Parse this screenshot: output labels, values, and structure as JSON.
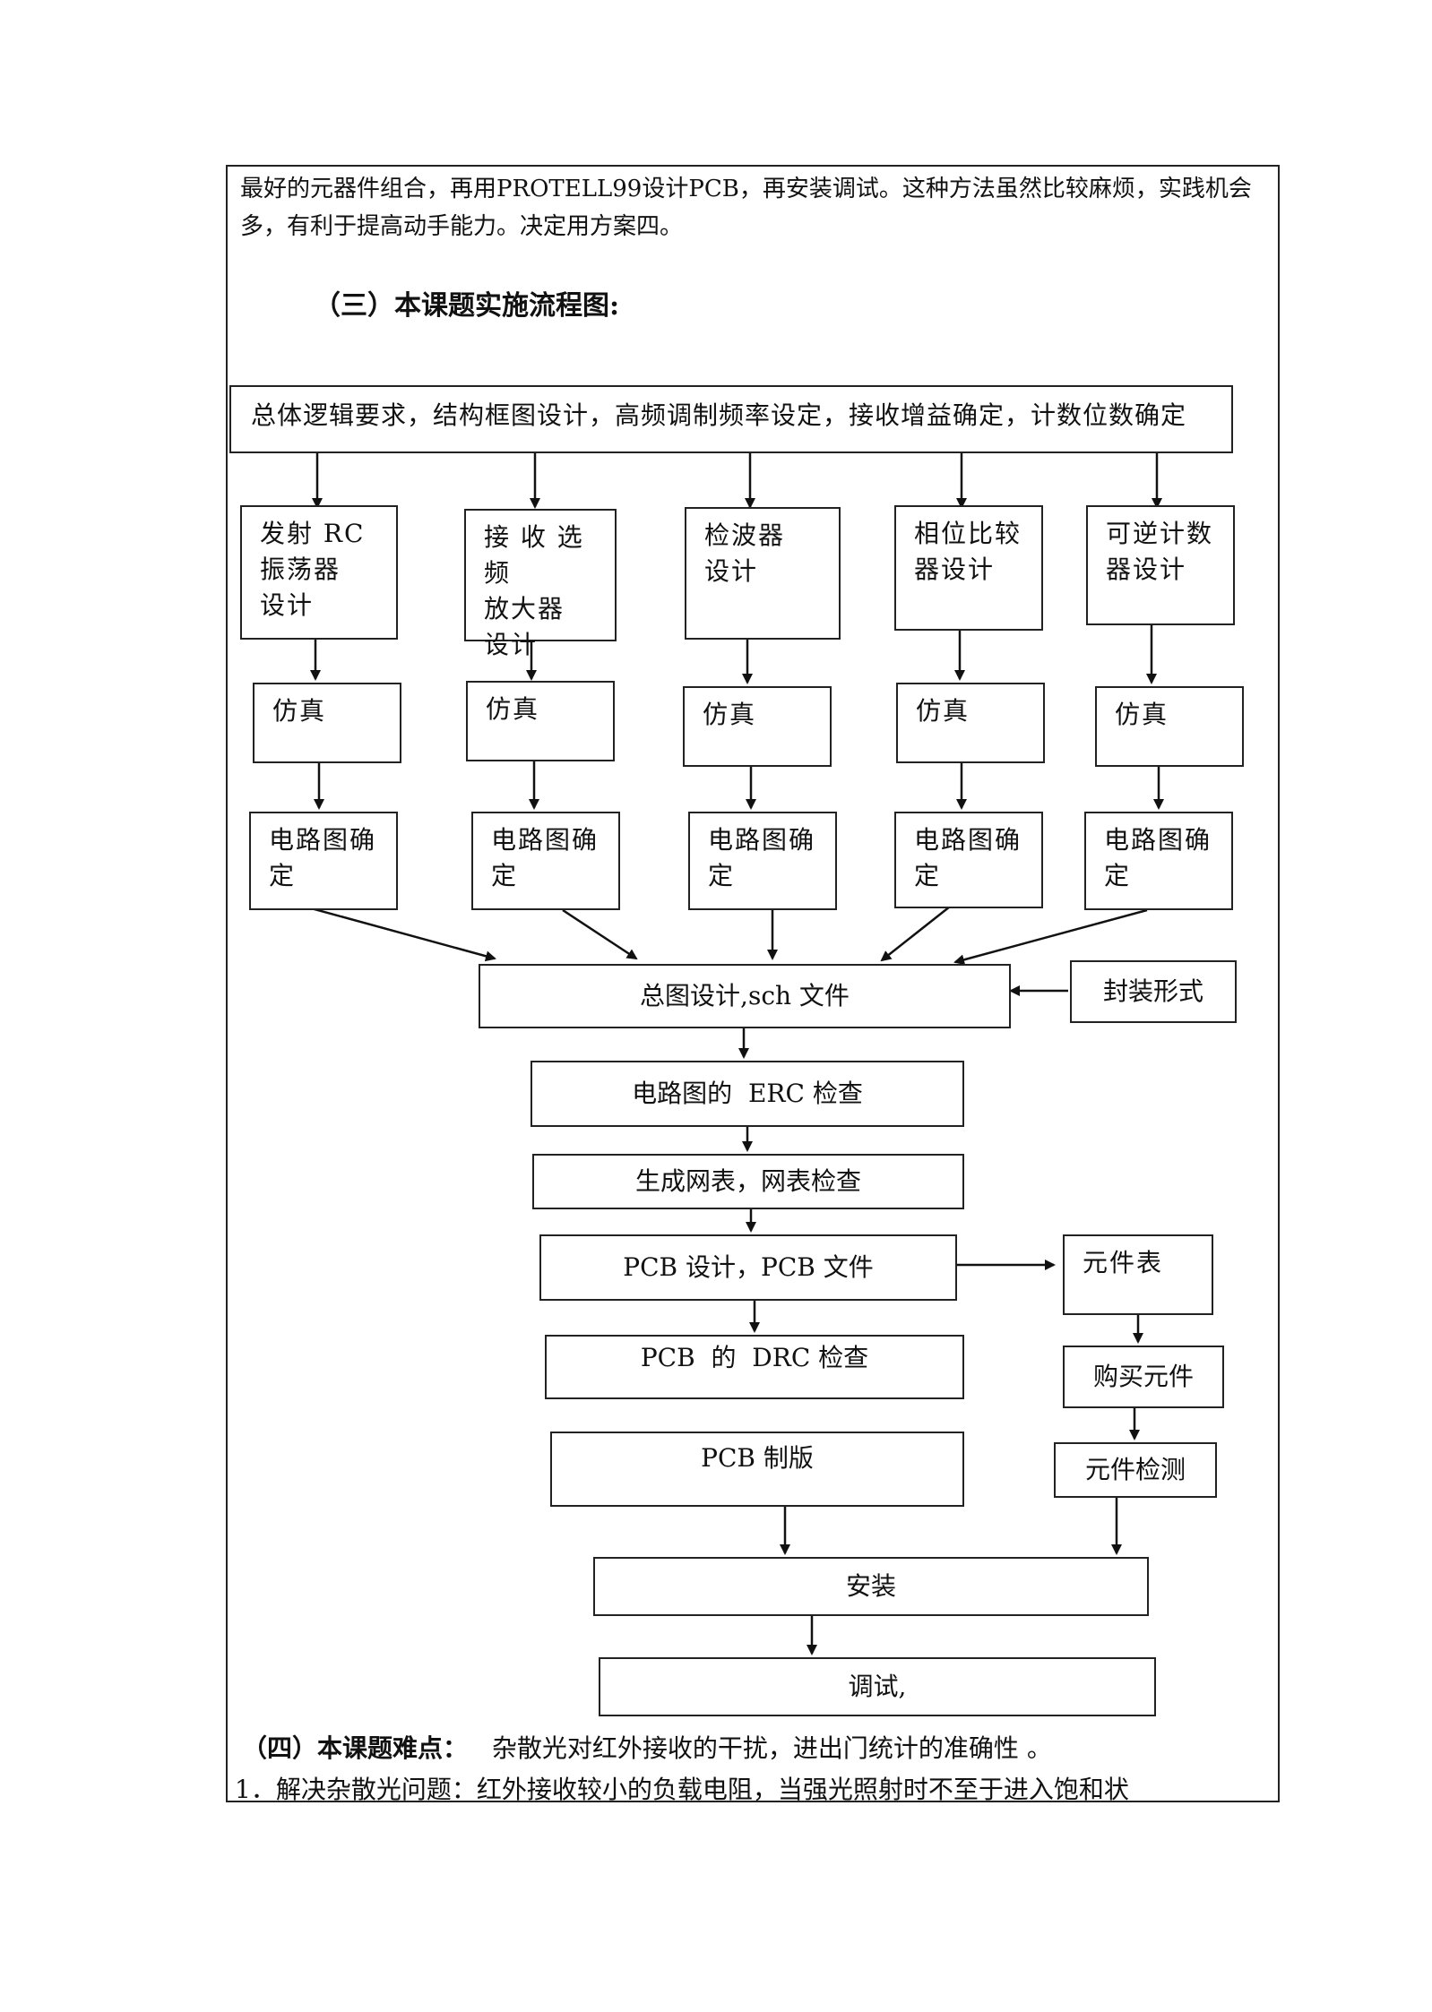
{
  "intro_text": "最好的元器件组合，再用PROTELL99设计PCB，再安装调试。这种方法虽然比较麻烦，实践机会多，有利于提高动手能力。决定用方案四。",
  "section3_heading": "（三）本课题实施流程图:",
  "flow": {
    "top": "总体逻辑要求，结构框图设计，高频调制频率设定，接收增益确定，计数位数确定",
    "modules": [
      "发射 RC\n振荡器\n设计",
      "接 收 选 频\n放大器\n设计",
      "检波器\n设计",
      "相位比较\n器设计",
      "可逆计数\n器设计"
    ],
    "sim": "仿真",
    "circuit": "电路图确\n定",
    "total": "总图设计,sch 文件",
    "package": "封装形式",
    "erc": "电路图的  ERC 检查",
    "netlist": "生成网表，网表检查",
    "pcb_design": "PCB 设计，PCB 文件",
    "parts_list": "元件表",
    "buy": "购买元件",
    "drc": "PCB  的  DRC 检查",
    "inspect": "元件检测",
    "pcb_make": "PCB 制版",
    "install": "安装",
    "debug": "调试,"
  },
  "section4": {
    "heading": "（四）本课题难点：",
    "text": "杂散光对红外接收的干扰，进出门统计的准确性  。"
  },
  "item1": "1．解决杂散光问题：红外接收较小的负载电阻，当强光照射时不至于进入饱和状"
}
